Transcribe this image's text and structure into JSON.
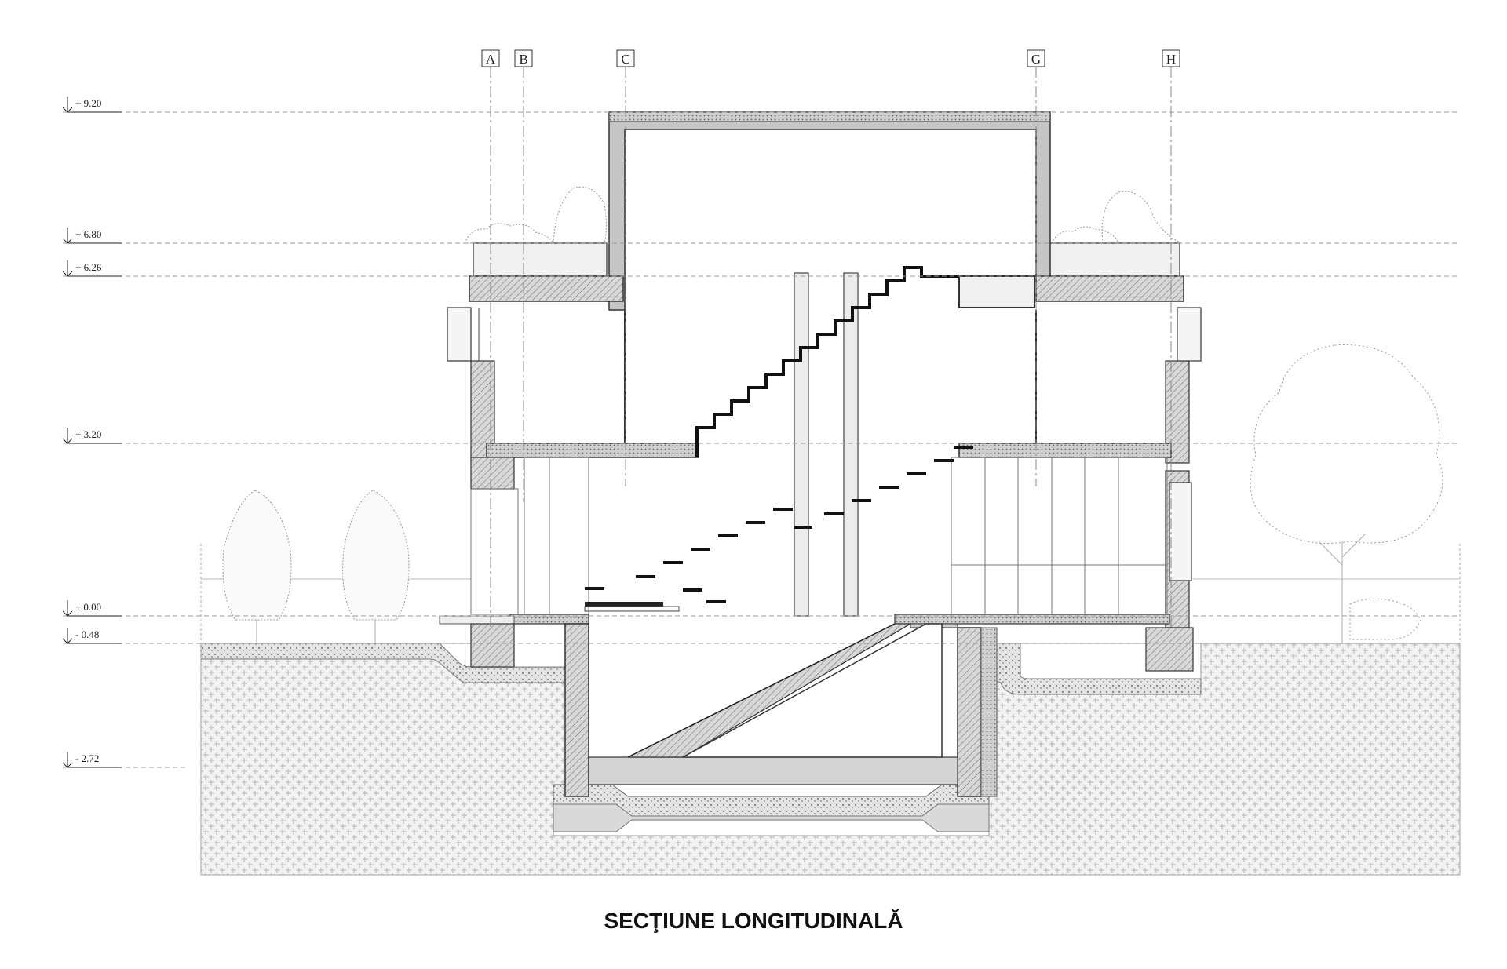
{
  "title": "SECŢIUNE LONGITUDINALĂ",
  "axes": [
    "A",
    "B",
    "C",
    "G",
    "H"
  ],
  "levels": [
    "+ 9.20",
    "+ 6.80",
    "+ 6.26",
    "+ 3.20",
    "± 0.00",
    "- 0.48",
    "- 2.72"
  ],
  "colors": {
    "line": "#333333",
    "wall_fill": "#bdbdbd",
    "ground_fill": "#ececec",
    "panel_fill": "#f3f3f3"
  }
}
